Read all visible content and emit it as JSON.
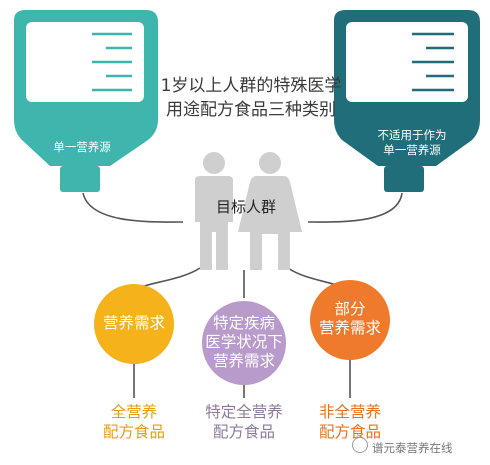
{
  "title": {
    "line1": "1岁以上人群的特殊医学",
    "line2": "用途配方食品三种类别"
  },
  "left_bag": {
    "label": "单一营养源",
    "color": "#3eb5ad"
  },
  "right_bag": {
    "label_line1": "不适用于作为",
    "label_line2": "单一营养源",
    "color": "#1f6e7a"
  },
  "center": {
    "label": "目标人群"
  },
  "categories": [
    {
      "circle_line1": "营养需求",
      "circle_line2": "",
      "circle_line3": "",
      "bottom_line1": "全营养",
      "bottom_line2": "配方食品",
      "color": "#f5b21b",
      "text_color": "#e89d12"
    },
    {
      "circle_line1": "特定疾病",
      "circle_line2": "医学状况下",
      "circle_line3": "营养需求",
      "bottom_line1": "特定全营养",
      "bottom_line2": "配方食品",
      "color": "#b99bcb",
      "text_color": "#8e7a9c"
    },
    {
      "circle_line1": "部分",
      "circle_line2": "营养需求",
      "circle_line3": "",
      "bottom_line1": "非全营养",
      "bottom_line2": "配方食品",
      "color": "#f07a2c",
      "text_color": "#e8731f"
    }
  ],
  "watermark": {
    "text": "谱元泰营养在线"
  }
}
